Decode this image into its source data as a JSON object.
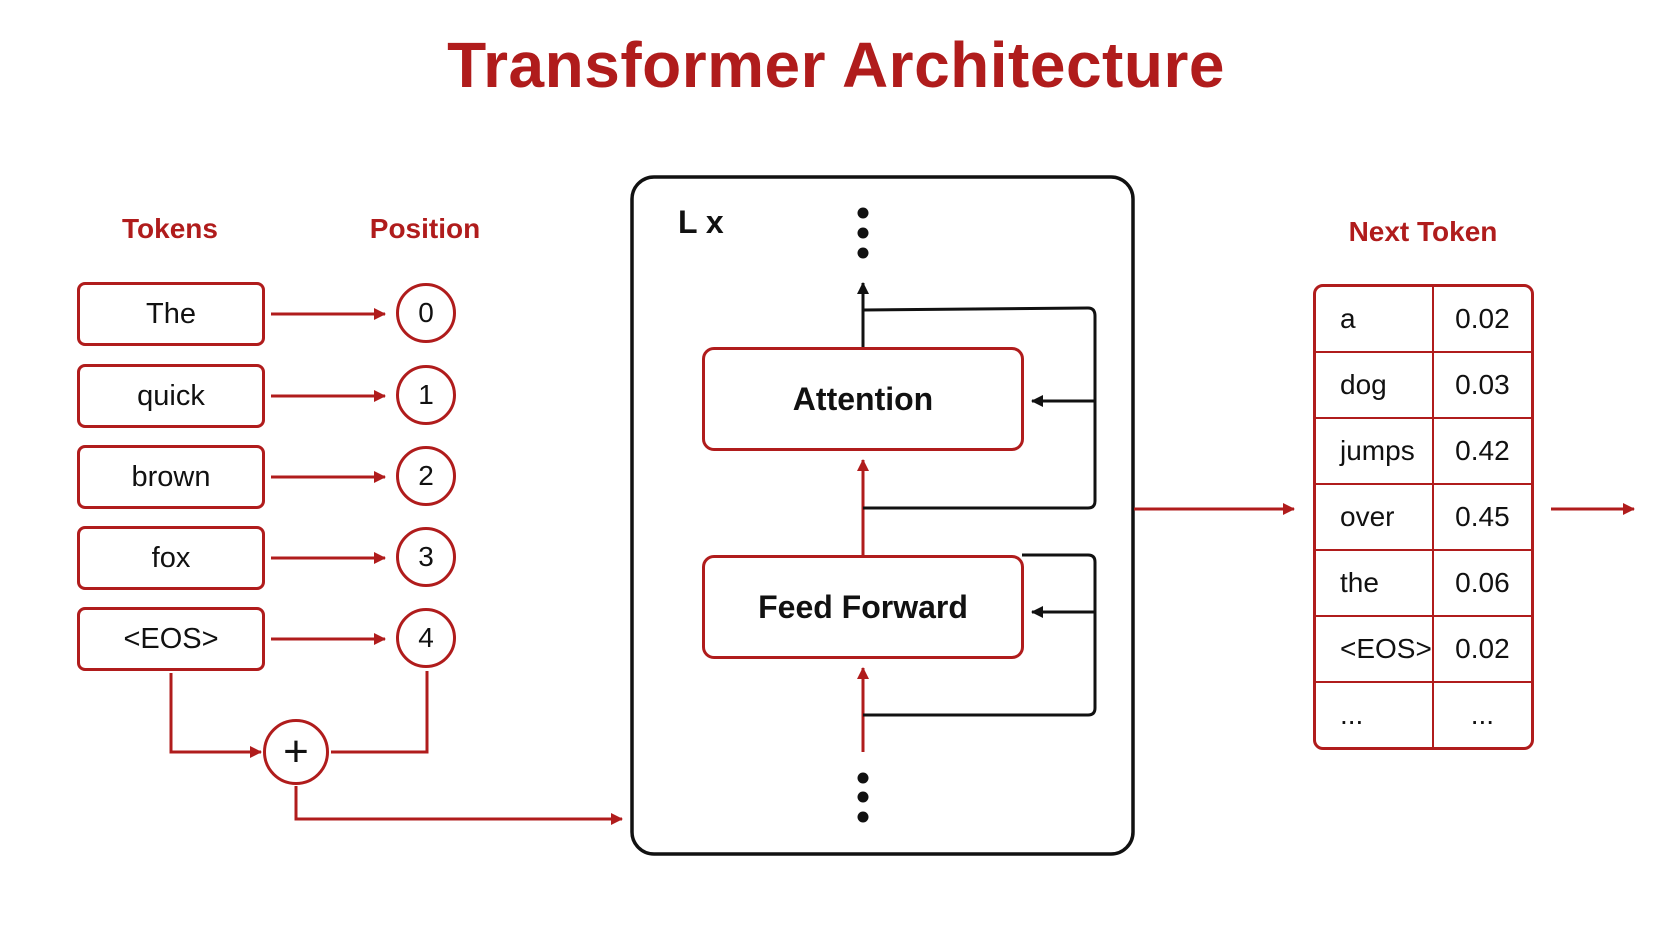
{
  "title": "Transformer Architecture",
  "headers": {
    "tokens": "Tokens",
    "position": "Position",
    "next_token": "Next Token"
  },
  "tokens": [
    "The",
    "quick",
    "brown",
    "fox",
    "<EOS>"
  ],
  "positions": [
    "0",
    "1",
    "2",
    "3",
    "4"
  ],
  "combine_symbol": "+",
  "block": {
    "repeat_label": "L x",
    "attention_label": "Attention",
    "feed_forward_label": "Feed Forward"
  },
  "next_token_table": [
    {
      "token": "a",
      "prob": "0.02"
    },
    {
      "token": "dog",
      "prob": "0.03"
    },
    {
      "token": "jumps",
      "prob": "0.42"
    },
    {
      "token": "over",
      "prob": "0.45"
    },
    {
      "token": "the",
      "prob": "0.06"
    },
    {
      "token": "<EOS>",
      "prob": "0.02"
    },
    {
      "token": "...",
      "prob": "..."
    }
  ],
  "colors": {
    "accent": "#b01c1c",
    "text": "#111111",
    "block_border": "#111111",
    "background": "#ffffff"
  }
}
